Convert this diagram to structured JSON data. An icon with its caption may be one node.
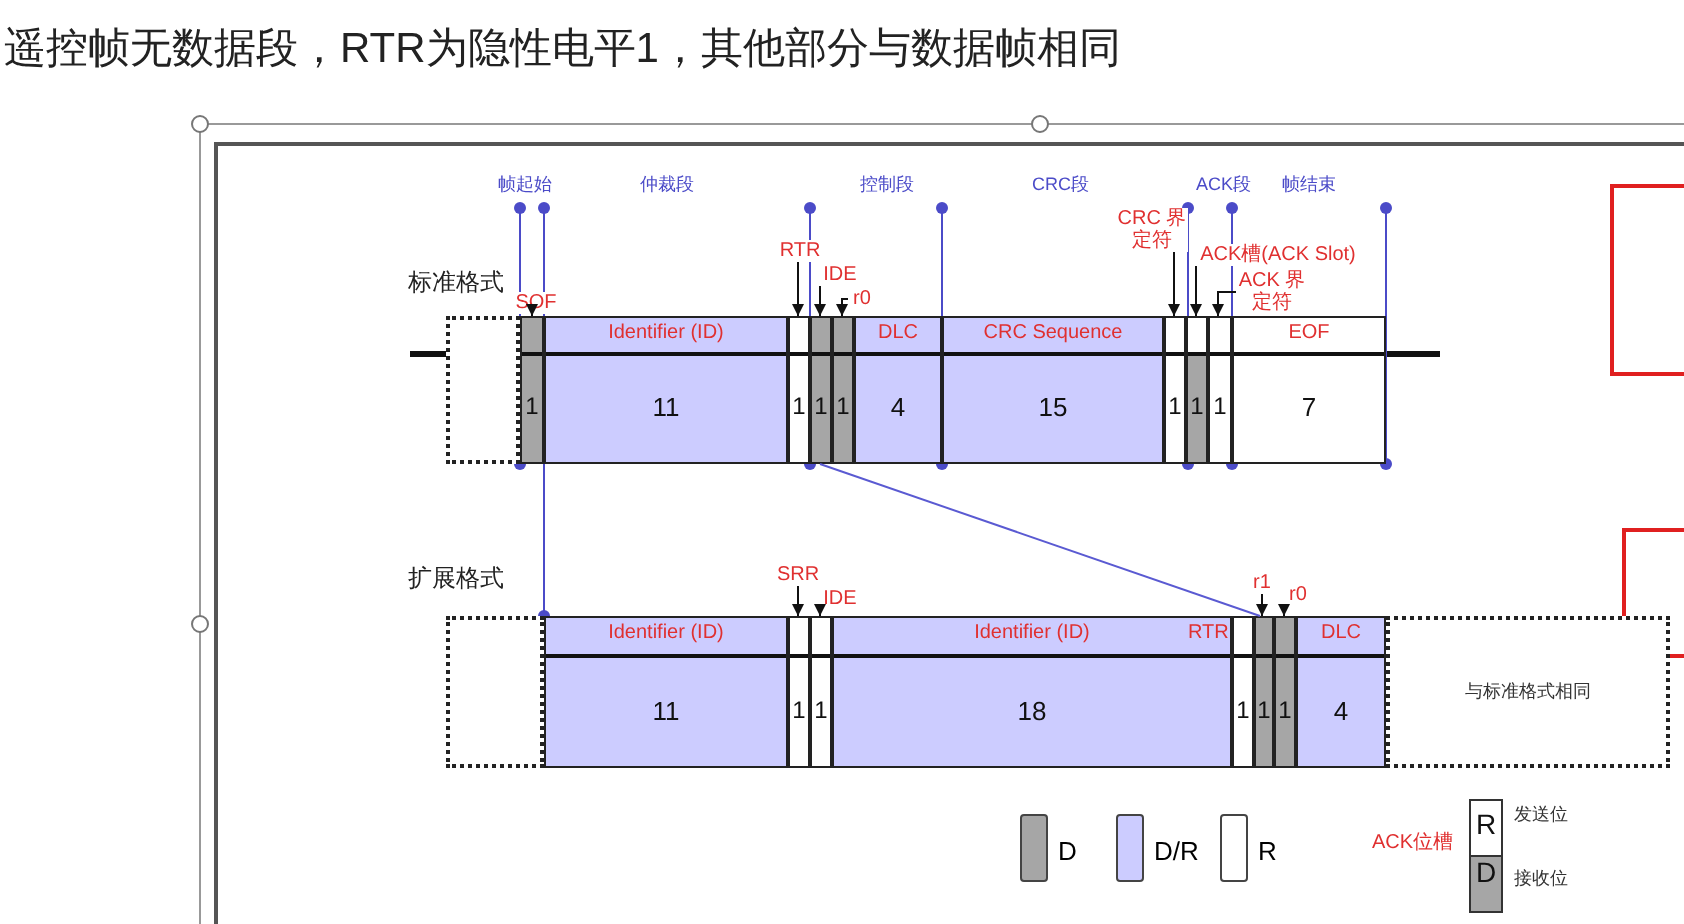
{
  "diagram": {
    "title": "遥控帧无数据段，RTR为隐性电平1，其他部分与数据帧相同",
    "nodes": [
      {
        "text": [
          "1"
        ]
      },
      {
        "text": [
          "Identifier (ID)",
          "11"
        ]
      },
      {
        "text": [
          "1"
        ]
      },
      {
        "text": [
          "1"
        ]
      },
      {
        "text": [
          "1"
        ]
      },
      {
        "text": [
          "DLC",
          "4"
        ]
      },
      {
        "text": [
          "CRC Sequence",
          "15"
        ]
      },
      {
        "text": [
          "1"
        ]
      },
      {
        "text": [
          "1"
        ]
      },
      {
        "text": [
          "1"
        ]
      },
      {
        "text": [
          "EOF",
          "7"
        ]
      },
      {
        "text": [],
        "shape": "box"
      },
      {
        "text": [],
        "shape": "box"
      },
      {
        "text": [
          "Identifier (ID)",
          "11"
        ]
      },
      {
        "text": [
          "1"
        ]
      },
      {
        "text": [
          "1"
        ]
      },
      {
        "text": [
          "Identifier (ID)",
          "18"
        ]
      },
      {
        "text": [
          "1"
        ]
      },
      {
        "text": [
          "1"
        ]
      },
      {
        "text": [
          "1"
        ]
      },
      {
        "text": [
          "DLC",
          "4"
        ]
      },
      {
        "text": [
          "与标准格式相同"
        ]
      },
      {
        "text": [
          "SOF"
        ]
      },
      {
        "text": [
          "RTR"
        ]
      },
      {
        "text": [
          "IDE"
        ]
      },
      {
        "text": [
          "r0"
        ]
      },
      {
        "text": [
          "CRC 界定符"
        ]
      },
      {
        "text": [
          "ACK槽(ACK Slot)"
        ]
      },
      {
        "text": [
          "ACK 界定符"
        ]
      },
      {
        "text": [
          "SRR"
        ]
      },
      {
        "text": [
          "IDE"
        ]
      },
      {
        "text": [
          "r1"
        ]
      },
      {
        "text": [
          "r0"
        ]
      }
    ],
    "edges": [
      {
        "from": 22,
        "to": 0,
        "arrow": "to"
      },
      {
        "from": 23,
        "to": 2,
        "arrow": "to"
      },
      {
        "from": 24,
        "to": 3,
        "arrow": "to"
      },
      {
        "from": 25,
        "to": 4,
        "arrow": "to"
      },
      {
        "from": 26,
        "to": 7,
        "arrow": "to"
      },
      {
        "from": 27,
        "to": 8,
        "arrow": "to"
      },
      {
        "from": 28,
        "to": 9,
        "arrow": "to"
      },
      {
        "from": 29,
        "to": 14,
        "arrow": "to"
      },
      {
        "from": 30,
        "to": 15,
        "arrow": "to"
      },
      {
        "from": 31,
        "to": 18,
        "arrow": "to"
      },
      {
        "from": 32,
        "to": 19,
        "arrow": "to"
      },
      {
        "from": 3,
        "to": 18,
        "arrow": "none",
        "color": "#5a5ad2"
      }
    ],
    "labels": [
      "帧起始",
      "仲裁段",
      "控制段",
      "CRC段",
      "ACK段",
      "帧结束",
      "标准格式",
      "扩展格式",
      "RTR",
      "ACK位槽",
      "发送位",
      "R",
      "D",
      "接收位"
    ],
    "legend": [
      {
        "text": "D",
        "color": "#a6a6a6"
      },
      {
        "text": "D/R",
        "color": "#ccccff"
      },
      {
        "text": "R",
        "color": "#ffffff"
      }
    ]
  }
}
